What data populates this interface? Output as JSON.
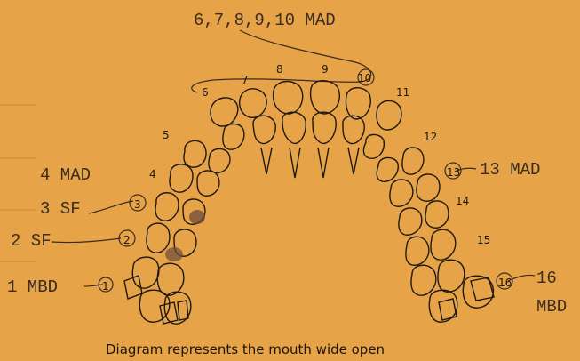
{
  "header": {
    "label": "6,7,8,9,10 MAD"
  },
  "left_labels": [
    {
      "text": "4 MAD"
    },
    {
      "text": "3 SF"
    },
    {
      "text": "2 SF"
    },
    {
      "text": "1 MBD"
    }
  ],
  "right_labels": [
    {
      "text": "13 MAD"
    },
    {
      "text": "16"
    },
    {
      "text": "MBD"
    }
  ],
  "tooth_numbers": [
    "1",
    "2",
    "3",
    "4",
    "5",
    "6",
    "7",
    "8",
    "9",
    "10",
    "11",
    "12",
    "13",
    "14",
    "15",
    "16"
  ],
  "caption": "Diagram represents the mouth wide open",
  "colors": {
    "paper": "#e6a347",
    "ink": "#1e1813",
    "shade": "#6b4a3a"
  }
}
